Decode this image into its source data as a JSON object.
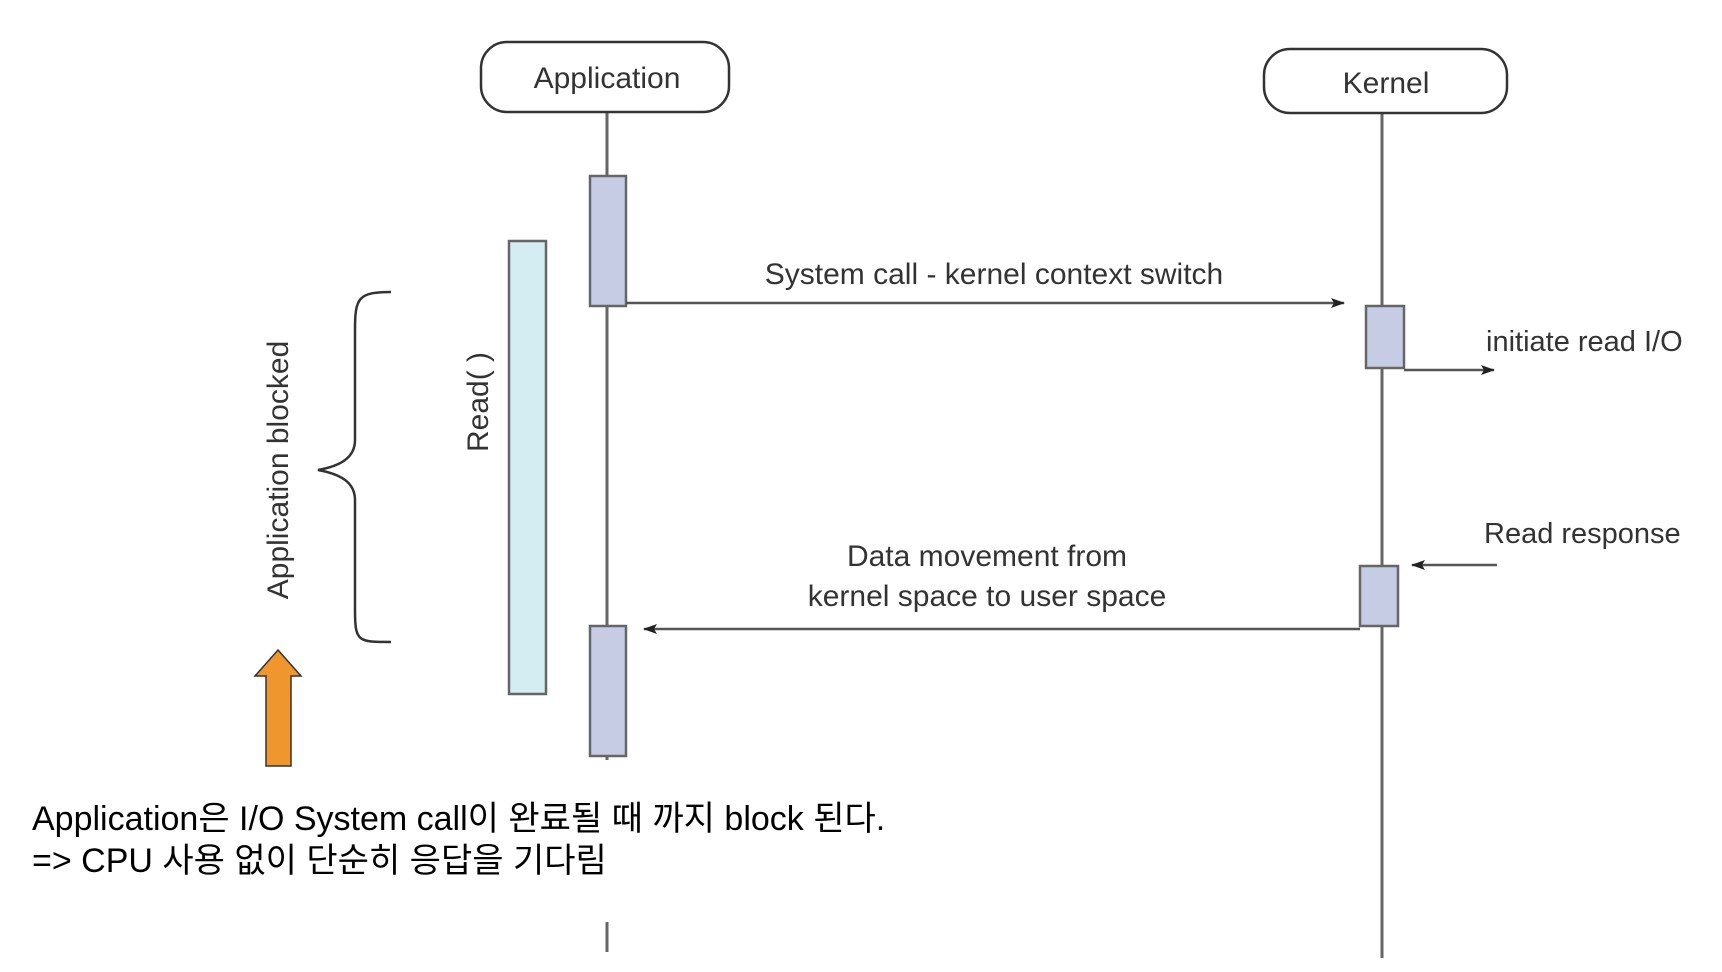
{
  "participants": {
    "application": "Application",
    "kernel": "Kernel"
  },
  "messages": {
    "system_call": "System call - kernel context switch",
    "initiate_read": "initiate read I/O",
    "read_response": "Read response",
    "data_movement_line1": "Data movement from",
    "data_movement_line2": "kernel space to user space"
  },
  "labels": {
    "read_call": "Read( )",
    "application_blocked": "Application blocked"
  },
  "note": {
    "line1": "Application은 I/O System call이 완료될 때 까지 block 된다.",
    "line2": "=> CPU 사용 없이 단순히 응답을 기다림"
  },
  "colors": {
    "activation_fill": "#c5cce3",
    "read_bar_fill": "#d4edf3",
    "arrow_fill": "#f0962f",
    "line": "#666666"
  }
}
